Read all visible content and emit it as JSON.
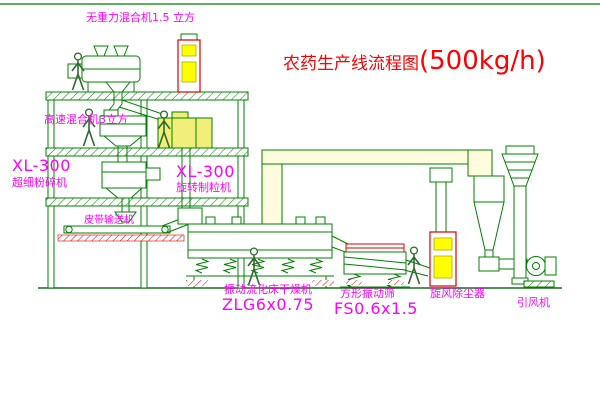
{
  "title": {
    "text": "农药生产线流程图",
    "capacity": "(500kg/h)"
  },
  "labels": {
    "gravity_mixer": "无重力混合机1.5 立方",
    "high_speed_mixer": "高速混合机3立方",
    "pulverizer_model": "XL-300",
    "pulverizer_name": "超细粉碎机",
    "granulator_model": "XL-300",
    "granulator_name": "旋转制粒机",
    "belt_conveyor": "皮带输送机",
    "dryer_name": "振动流化床干燥机",
    "dryer_model": "ZLG6x0.75",
    "sieve_name": "方形振动筛",
    "sieve_model": "FS0.6x1.5",
    "cyclone": "旋风除尘器",
    "fan": "引风机"
  },
  "colors": {
    "line_green": "#008000",
    "ground_green": "#1a6b1a",
    "label_magenta": "#ff00ff",
    "title_red": "#ff0000",
    "equipment_yellow": "#ffff00",
    "duct_fill": "#fffbdd",
    "machine_red": "#dd0000"
  }
}
